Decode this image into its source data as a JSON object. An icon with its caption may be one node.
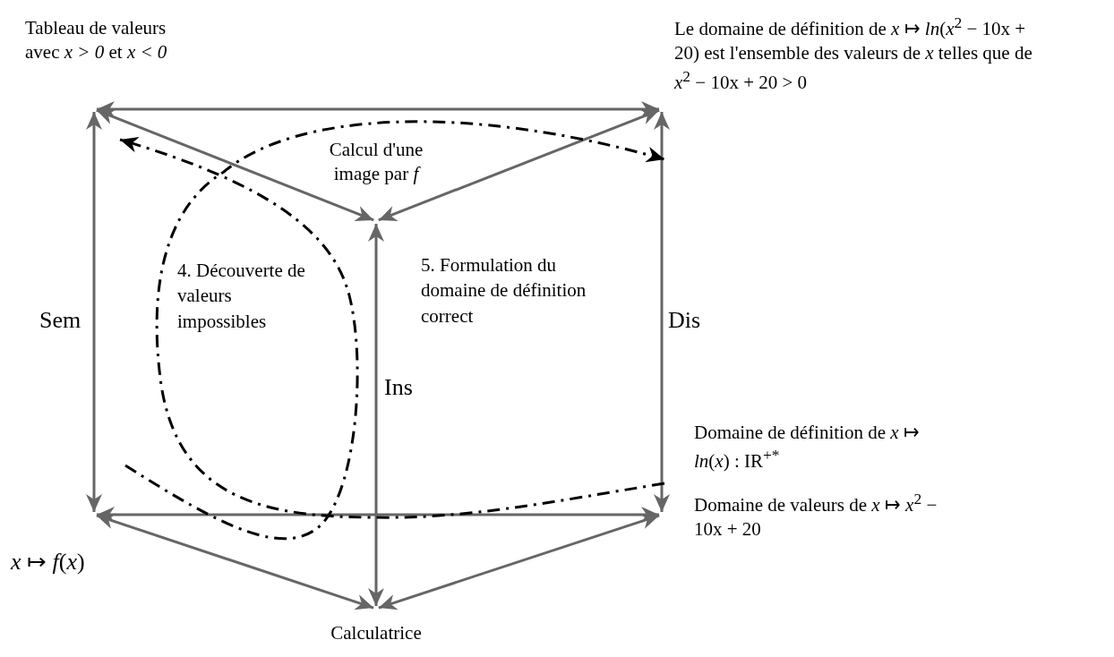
{
  "diagram": {
    "nodes": [
      {
        "text": [
          "Tableau de valeurs avec *x > 0* et *x < 0*"
        ]
      },
      {
        "text": [
          "Le domaine de définition de *x* ↦ *ln*(*x*$^{2}$ − 10x + 20) est l'ensemble des valeurs de *x* telles que de *x*$^{2}$ − 10x + 20 > 0"
        ]
      },
      {
        "text": [
          "Calcul d'une image par *f*"
        ]
      },
      {
        "text": [
          "*x* ↦ *f*(*x*)"
        ]
      },
      {
        "text": [
          "Domaine de définition de *x* ↦ *ln*(*x*) : IR$^{+*}$",
          "Domaine de valeurs de *x* ↦ *x*$^{2}$ − 10x + 20"
        ]
      },
      {
        "text": [
          "Calculatrice"
        ]
      }
    ],
    "edges": [
      {
        "from": 0,
        "to": 1,
        "arrow": "both"
      },
      {
        "from": 0,
        "to": 2,
        "arrow": "both"
      },
      {
        "from": 1,
        "to": 2,
        "arrow": "both"
      },
      {
        "from": 0,
        "to": 3,
        "arrow": "both",
        "label": "Sem"
      },
      {
        "from": 2,
        "to": 5,
        "arrow": "both",
        "label": "Ins"
      },
      {
        "from": 1,
        "to": 4,
        "arrow": "both",
        "label": "Dis"
      },
      {
        "from": 3,
        "to": 4,
        "arrow": "both"
      },
      {
        "from": 3,
        "to": 5,
        "arrow": "both"
      },
      {
        "from": 4,
        "to": 5,
        "arrow": "both"
      },
      {
        "from": null,
        "to": 0,
        "arrow": "to",
        "style": "dashed",
        "color": "#000000"
      },
      {
        "from": 4,
        "to": 1,
        "arrow": "to",
        "style": "dashed",
        "color": "#000000"
      }
    ],
    "labels": [
      "4. Découverte de valeurs impossibles",
      "5. Formulation du domaine de définition correct"
    ]
  }
}
